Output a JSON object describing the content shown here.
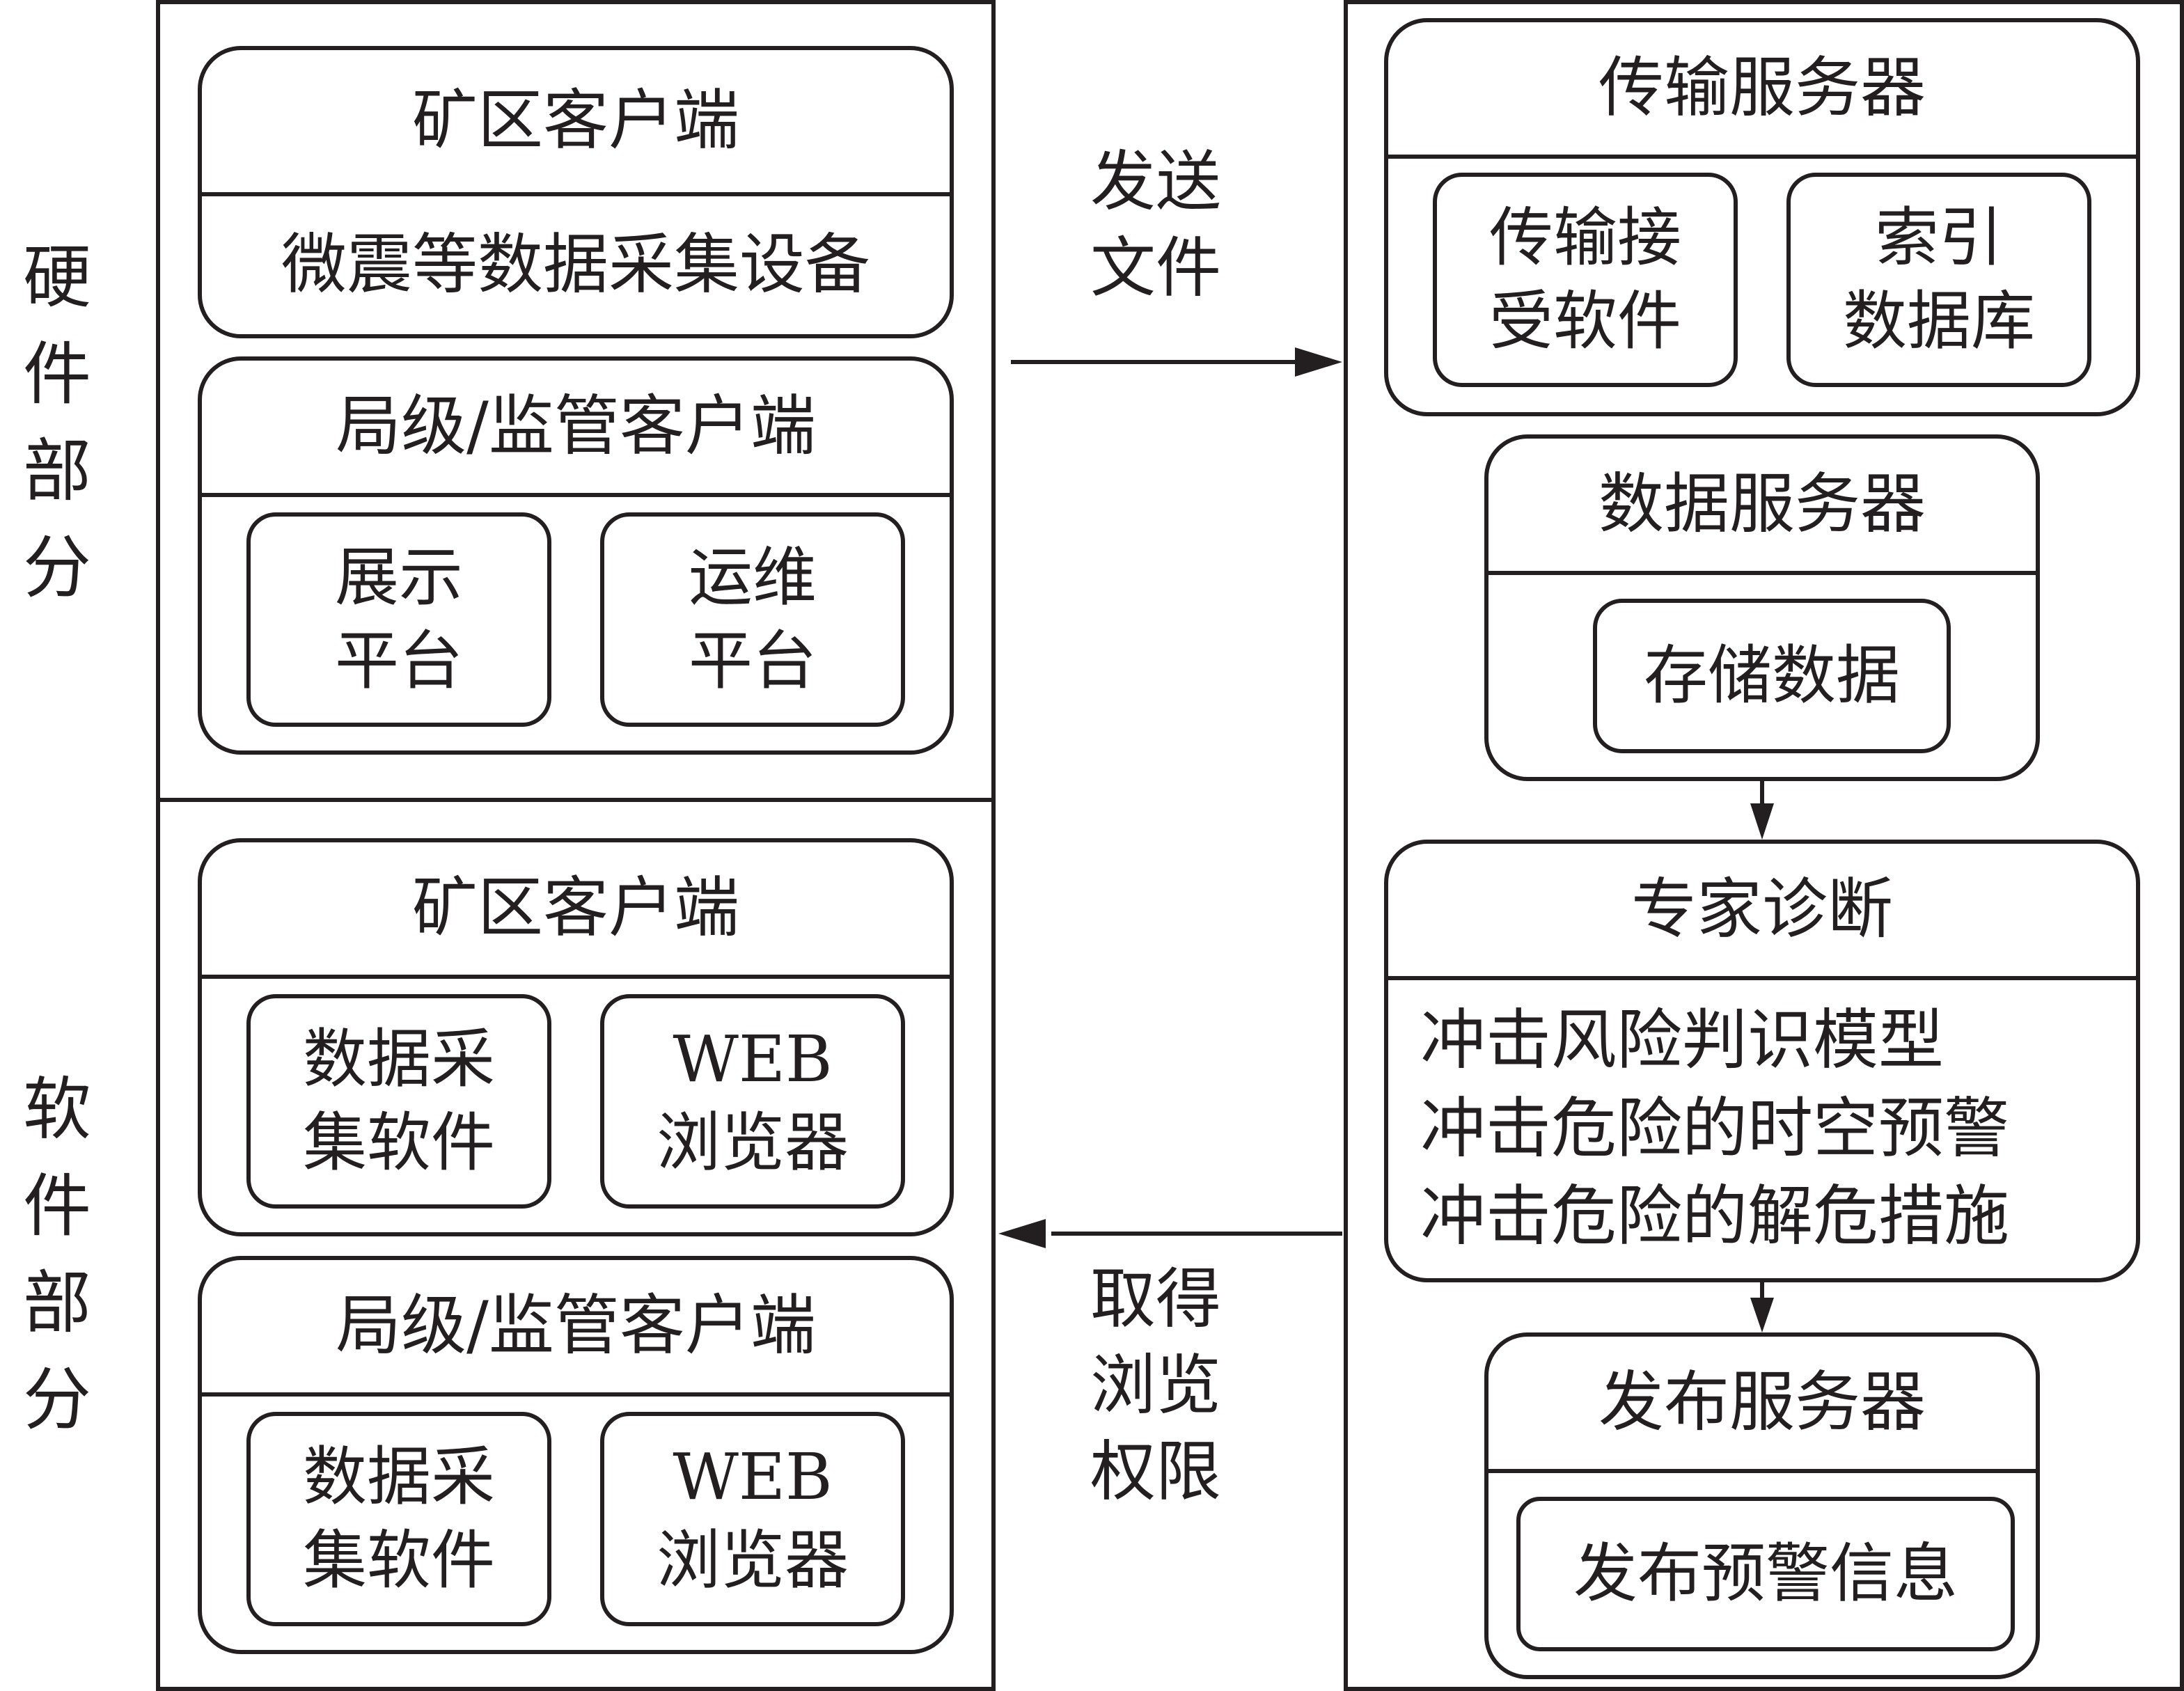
{
  "side_labels": {
    "hardware": "硬\n件\n部\n分",
    "software": "软\n件\n部\n分"
  },
  "left": {
    "hardware": {
      "mine_client": {
        "title": "矿区客户端",
        "content": "微震等数据采集设备"
      },
      "bureau_client": {
        "title": "局级/监管客户端",
        "items": [
          "展示\n平台",
          "运维\n平台"
        ]
      }
    },
    "software": {
      "mine_client": {
        "title": "矿区客户端",
        "items": [
          "数据采\n集软件",
          "WEB\n浏览器"
        ]
      },
      "bureau_client": {
        "title": "局级/监管客户端",
        "items": [
          "数据采\n集软件",
          "WEB\n浏览器"
        ]
      }
    }
  },
  "arrows": {
    "send": "发送\n文件",
    "browse": "取得\n浏览\n权限"
  },
  "right": {
    "transfer_server": {
      "title": "传输服务器",
      "items": [
        "传输接\n受软件",
        "索引\n数据库"
      ]
    },
    "data_server": {
      "title": "数据服务器",
      "item": "存储数据"
    },
    "expert_diagnosis": {
      "title": "专家诊断",
      "lines": [
        "冲击风险判识模型",
        "冲击危险的时空预警",
        "冲击危险的解危措施"
      ]
    },
    "publish_server": {
      "title": "发布服务器",
      "item": "发布预警信息"
    }
  }
}
